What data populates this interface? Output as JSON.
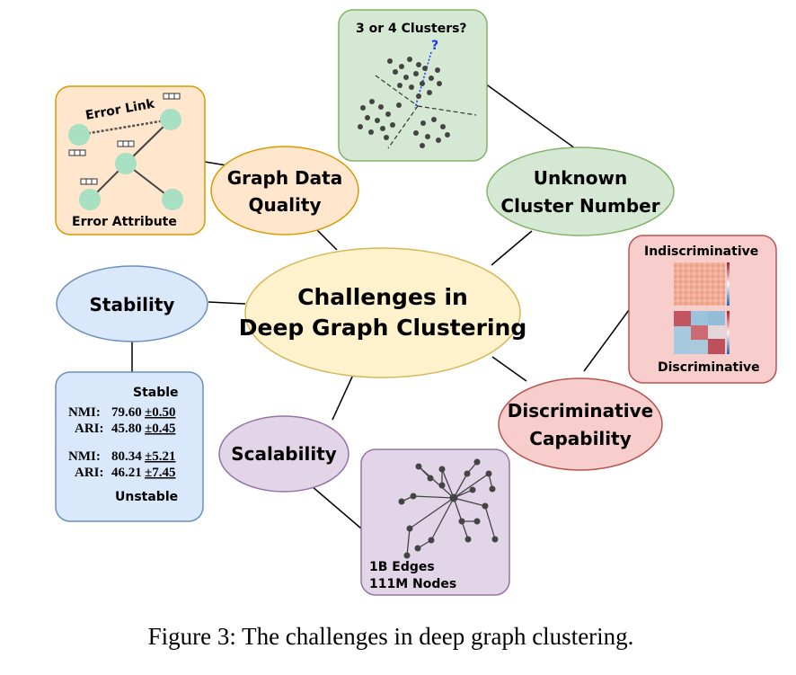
{
  "center": {
    "line1": "Challenges in",
    "line2": "Deep Graph Clustering"
  },
  "graph_quality": {
    "line1": "Graph Data",
    "line2": "Quality",
    "panel": {
      "error_link": "Error Link",
      "error_attribute": "Error Attribute"
    }
  },
  "unknown_number": {
    "line1": "Unknown",
    "line2": "Cluster Number",
    "panel": {
      "title": "3 or 4 Clusters?",
      "mark": "?"
    }
  },
  "stability": {
    "label": "Stability",
    "panel": {
      "stable": "Stable",
      "row1_name": "NMI:",
      "row1_val": "79.60",
      "row1_std": "±0.50",
      "row2_name": "ARI:",
      "row2_val": "45.80",
      "row2_std": "±0.45",
      "row3_name": "NMI:",
      "row3_val": "80.34",
      "row3_std": "±5.21",
      "row4_name": "ARI:",
      "row4_val": "46.21",
      "row4_std": "±7.45",
      "unstable": "Unstable"
    }
  },
  "discriminative": {
    "line1": "Discriminative",
    "line2": "Capability",
    "panel": {
      "top": "Indiscriminative",
      "bottom": "Discriminative"
    }
  },
  "scalability": {
    "label": "Scalability",
    "panel": {
      "edges": "1B Edges",
      "nodes": "111M Nodes"
    }
  },
  "caption": "Figure 3: The challenges in deep graph clustering.",
  "colors": {
    "center_fill": "#fff2cc",
    "center_stroke": "#d6b656",
    "orange_fill": "#ffe6cc",
    "orange_stroke": "#d79b00",
    "green_fill": "#d5e8d4",
    "green_stroke": "#82b366",
    "blue_fill": "#dae8fc",
    "blue_stroke": "#6c8ebf",
    "red_fill": "#f8cecc",
    "red_stroke": "#b85450",
    "purple_fill": "#e1d5e7",
    "purple_stroke": "#9673a6",
    "node_fill": "#a8e0c4"
  }
}
